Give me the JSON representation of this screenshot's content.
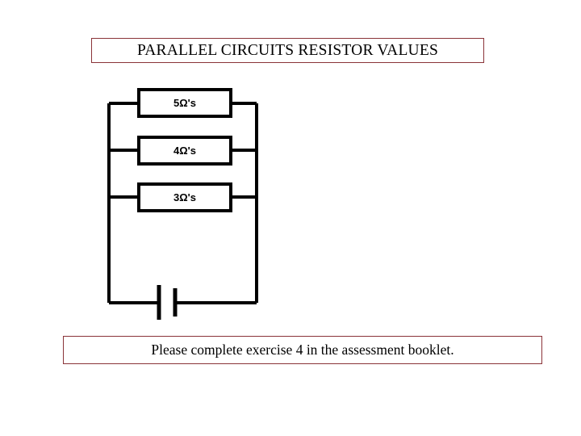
{
  "slide": {
    "title": "PARALLEL CIRCUITS RESISTOR VALUES",
    "footer_note": "Please complete exercise 4 in the assessment booklet.",
    "accent_color": "#8a3338",
    "line_color": "#000000",
    "background_color": "#ffffff"
  },
  "circuit": {
    "type": "parallel-resistor-circuit",
    "source": {
      "name": "battery",
      "symbol": "battery-cell"
    },
    "resistors": [
      {
        "label": "5Ω's",
        "value": 5,
        "unit": "Ω",
        "branch": 1
      },
      {
        "label": "4Ω's",
        "value": 4,
        "unit": "Ω",
        "branch": 2
      },
      {
        "label": "3Ω's",
        "value": 3,
        "unit": "Ω",
        "branch": 3
      }
    ]
  }
}
